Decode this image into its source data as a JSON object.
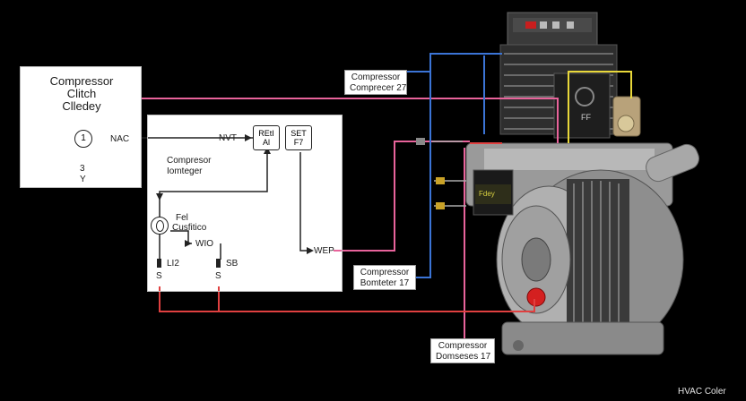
{
  "clutch_box": {
    "title_lines": [
      "Compressor",
      "Clitch",
      "Clledey"
    ],
    "circle_label": "1",
    "arrow_label": "NAC",
    "bottom_glyph": "3",
    "bottom_sub": "Y"
  },
  "circuit_box": {
    "label_lines": [
      "Compresor",
      "Iomteger"
    ],
    "relay_lines": [
      "REtI",
      "Al"
    ],
    "set_lines": [
      "SET",
      "F7"
    ],
    "nvt_label": "NVT",
    "switch_lines": [
      "Fel",
      "Cusfitico"
    ],
    "wio_label": "WIO",
    "pin1_label": "LI2",
    "pin2_label": "SB",
    "pin_glyph": "S",
    "wep_label": "WEP"
  },
  "callouts": {
    "top_lines": [
      "Compressor",
      "Comprecer 27"
    ],
    "mid_lines": [
      "Compressor",
      "Bomteter 17"
    ],
    "bottom_lines": [
      "Compressor",
      "Domseses 17"
    ]
  },
  "compressor": {
    "box_label": "Fdey",
    "ff_label": "FF"
  },
  "footer": {
    "caption": "HVAC Coler"
  },
  "colors": {
    "pink": "#e8639b",
    "blue": "#3b74d6",
    "red": "#e04040",
    "yellow": "#e9d83a"
  }
}
